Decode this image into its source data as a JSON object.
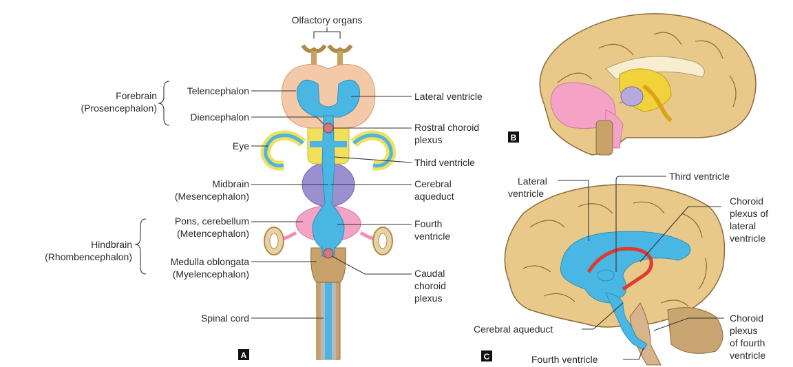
{
  "panels": {
    "a": "A",
    "b": "B",
    "c": "C"
  },
  "panel_a": {
    "olfactory": "Olfactory organs",
    "forebrain": "Forebrain",
    "prosencephalon": "(Prosencephalon)",
    "telencephalon": "Telencephalon",
    "diencephalon": "Diencephalon",
    "eye": "Eye",
    "midbrain": "Midbrain",
    "mesencephalon": "(Mesencephalon)",
    "hindbrain": "Hindbrain",
    "rhombencephalon": "(Rhombencephalon)",
    "pons": "Pons, cerebellum",
    "metencephalon": "(Metencephalon)",
    "medulla": "Medulla oblongata",
    "myelencephalon": "(Myelencephalon)",
    "spinal_cord": "Spinal cord",
    "lateral_ventricle": "Lateral ventricle",
    "rostral_1": "Rostral choroid",
    "rostral_2": "plexus",
    "third_ventricle": "Third ventricle",
    "cerebral_1": "Cerebral",
    "cerebral_2": "aqueduct",
    "fourth_1": "Fourth",
    "fourth_2": "ventricle",
    "caudal_1": "Caudal",
    "caudal_2": "choroid",
    "caudal_3": "plexus"
  },
  "panel_c": {
    "lateral_1": "Lateral",
    "lateral_2": "ventricle",
    "third_ventricle": "Third ventricle",
    "cp_lat_1": "Choroid",
    "cp_lat_2": "plexus of",
    "cp_lat_3": "lateral",
    "cp_lat_4": "ventricle",
    "aqueduct": "Cerebral aqueduct",
    "fourth": "Fourth ventricle",
    "cp_4_1": "Choroid",
    "cp_4_2": "plexus",
    "cp_4_3": "of fourth",
    "cp_4_4": "ventricle"
  },
  "colors": {
    "forebrain": "#f4c9a8",
    "ventricle": "#49b6e3",
    "diencephalon": "#f2e05a",
    "midbrain": "#9a8fcf",
    "hindbrain": "#f4a3c6",
    "cord": "#c8a16b",
    "brain": "#e8c98a",
    "plexus": "#e03a2b"
  }
}
